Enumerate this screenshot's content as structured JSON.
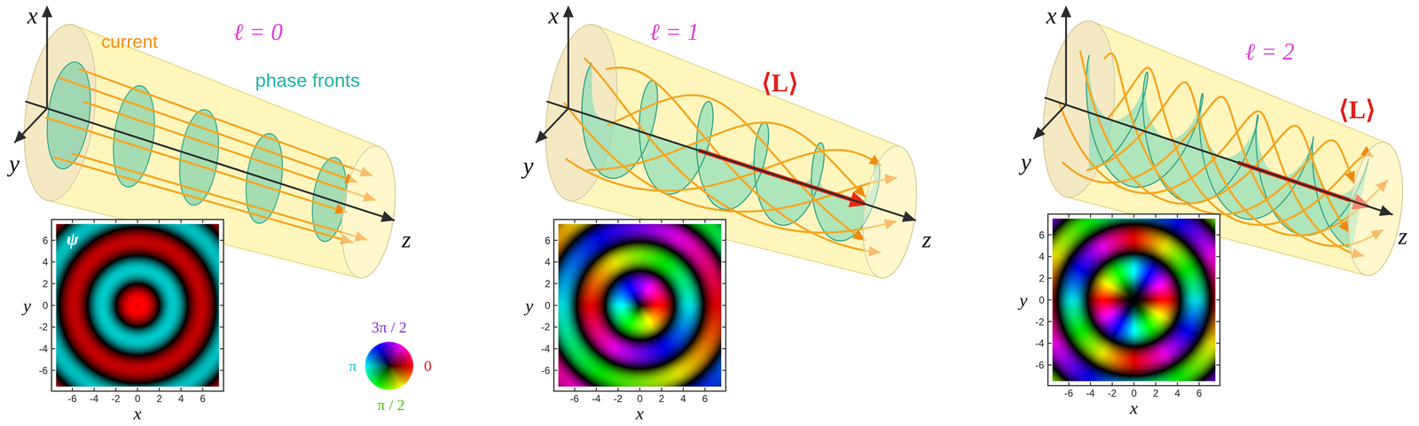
{
  "diagram": {
    "labels": [
      "x",
      "current",
      "ℓ = 0",
      "phase fronts",
      "y",
      "z",
      "ψ",
      "6",
      "4",
      "2",
      "0",
      "-2",
      "-4",
      "-6",
      "y",
      "-6",
      "-4",
      "-2",
      "0",
      "2",
      "4",
      "6",
      "x",
      "3π / 2",
      "π",
      "0",
      "π / 2",
      "x",
      "ℓ = 1",
      "⟨L⟩",
      "y",
      "z",
      "6",
      "4",
      "2",
      "0",
      "-2",
      "-4",
      "-6",
      "y",
      "-6",
      "-4",
      "-2",
      "0",
      "2",
      "4",
      "6",
      "x",
      "x",
      "ℓ = 2",
      "⟨L⟩",
      "y",
      "z",
      "6",
      "4",
      "2",
      "0",
      "-2",
      "-4",
      "-6",
      "y",
      "-6",
      "-4",
      "-2",
      "0",
      "2",
      "4",
      "6",
      "x"
    ]
  }
}
